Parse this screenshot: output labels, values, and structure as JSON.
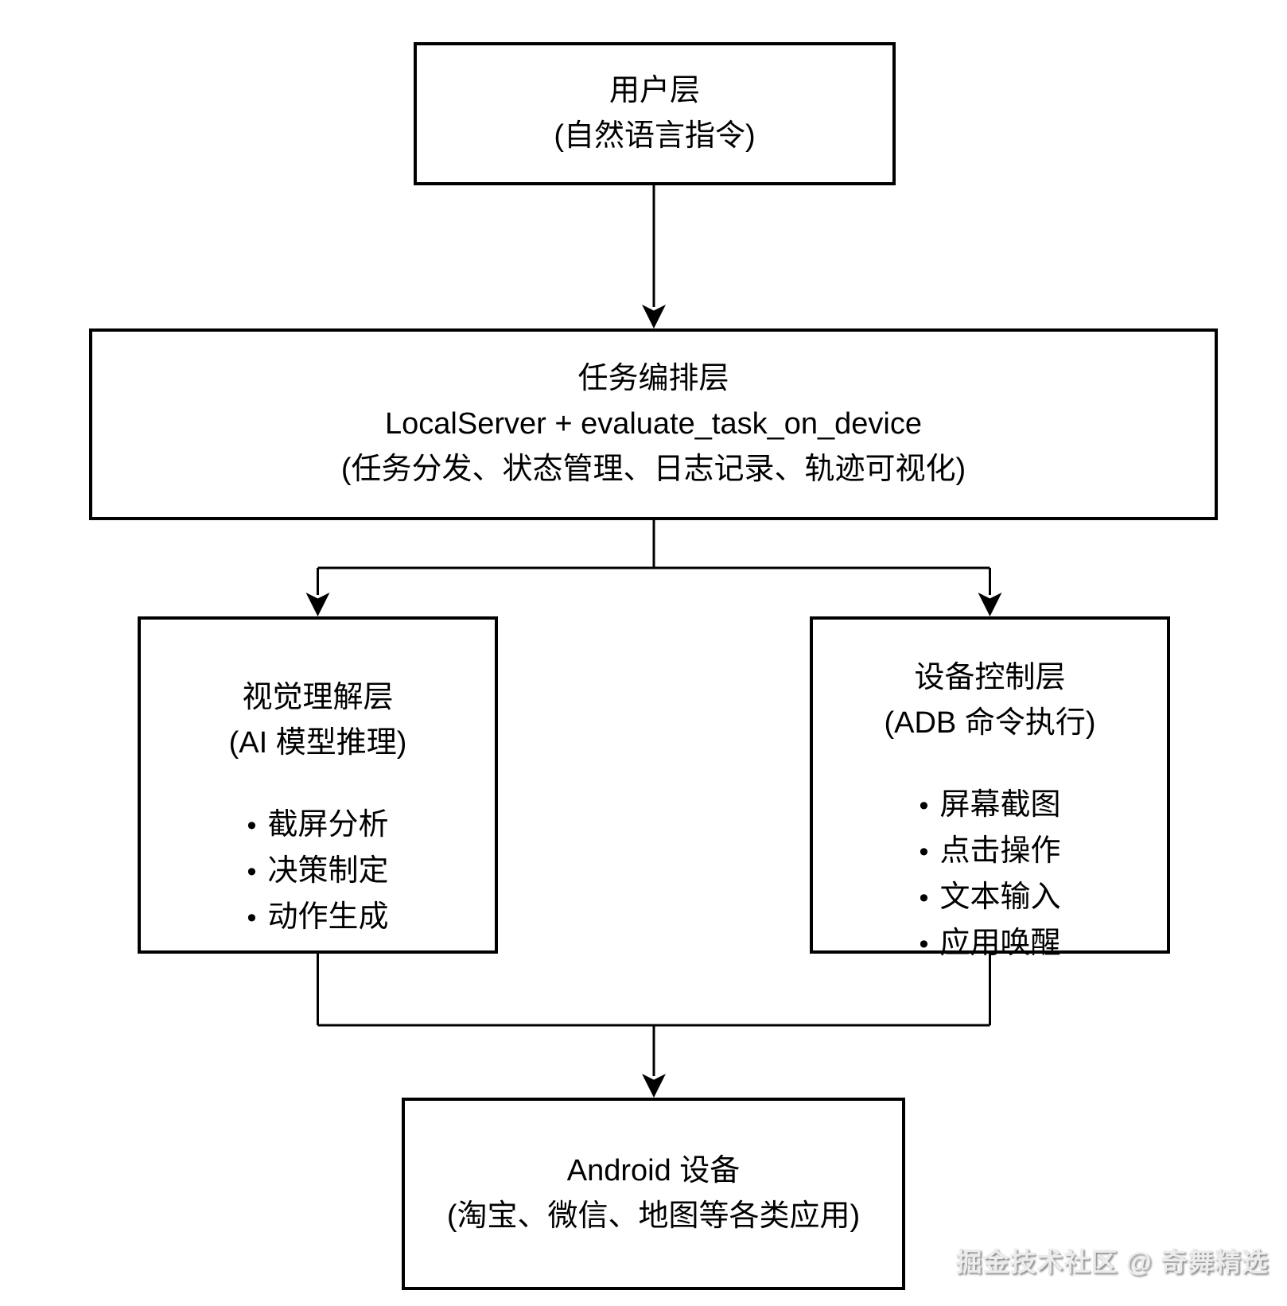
{
  "diagram": {
    "glyphs": {
      "bullet": "•"
    },
    "colors": {
      "line": "#000000",
      "background": "#ffffff",
      "watermark_shadow": "#8c8c8c"
    },
    "boxes": {
      "user": {
        "lines": [
          "用户层",
          "(自然语言指令)"
        ]
      },
      "orchestration": {
        "lines": [
          "任务编排层",
          "LocalServer + evaluate_task_on_device",
          "(任务分发、状态管理、日志记录、轨迹可视化)"
        ]
      },
      "vision": {
        "title_lines": [
          "视觉理解层",
          "(AI 模型推理)"
        ],
        "bullets": [
          "截屏分析",
          "决策制定",
          "动作生成"
        ]
      },
      "device": {
        "title_lines": [
          "设备控制层",
          "(ADB 命令执行)"
        ],
        "bullets": [
          "屏幕截图",
          "点击操作",
          "文本输入",
          "应用唤醒"
        ]
      },
      "android": {
        "lines": [
          "Android 设备",
          "(淘宝、微信、地图等各类应用)"
        ]
      }
    },
    "watermark": "掘金技术社区 @ 奇舞精选"
  }
}
